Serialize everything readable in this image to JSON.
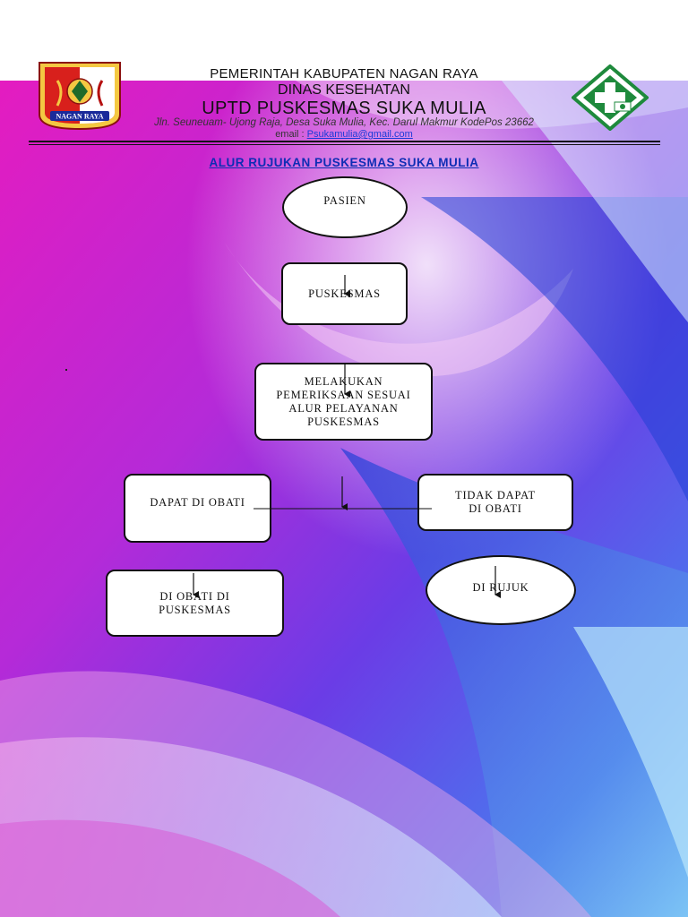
{
  "header": {
    "line1": "PEMERINTAH KABUPATEN NAGAN RAYA",
    "line2": "DINAS KESEHATAN",
    "line3": "UPTD PUSKESMAS SUKA MULIA",
    "address": "Jln. Seuneuam-  Ujong Raja, Desa Suka Mulia, Kec. Darul Makmur  KodePos 23662",
    "email_label": "email :",
    "email": "Psukamulia@gmail.com"
  },
  "logos": {
    "left_icon": "nagan-raya-regency-emblem",
    "left_text": "NAGAN RAYA",
    "right_icon": "puskesmas-green-cross-emblem"
  },
  "title": "ALUR RUJUKAN PUSKESMAS SUKA MULIA",
  "nodes": {
    "pasien": "PASIEN",
    "puskesmas": "PUSKESMAS",
    "periksa": "MELAKUKAN\nPEMERIKSAAN SESUAI\nALUR PELAYANAN\nPUSKESMAS",
    "dapat": "DAPAT DI OBATI",
    "tidak": "TIDAK DAPAT\nDI OBATI",
    "diobati": "DI OBATI DI\nPUSKESMAS",
    "rujuk": "DI RUJUK"
  },
  "colors": {
    "title": "#0d2db4",
    "magenta": "#e020b8",
    "violet": "#9a2fe0",
    "blue": "#3a58e8",
    "sky": "#7ec8f4",
    "logo_green": "#1e8a3c"
  }
}
